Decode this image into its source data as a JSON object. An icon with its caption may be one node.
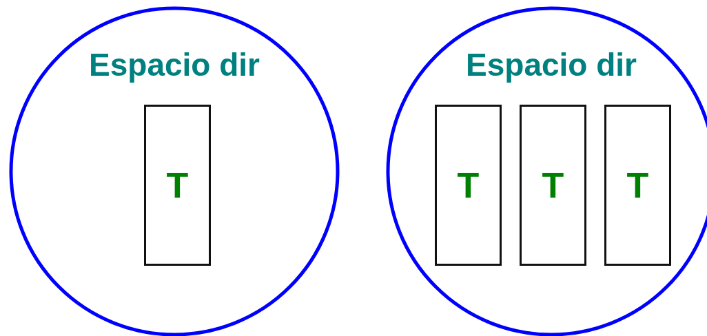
{
  "diagram": {
    "nodes": [
      {
        "text": [
          "Espacio dir"
        ]
      },
      {
        "text": [
          "T"
        ],
        "in": 0
      },
      {
        "text": [
          "Espacio dir"
        ]
      },
      {
        "text": [
          "T"
        ],
        "in": 2
      },
      {
        "text": [
          "T"
        ],
        "in": 2
      },
      {
        "text": [
          "T"
        ],
        "in": 2
      }
    ]
  }
}
